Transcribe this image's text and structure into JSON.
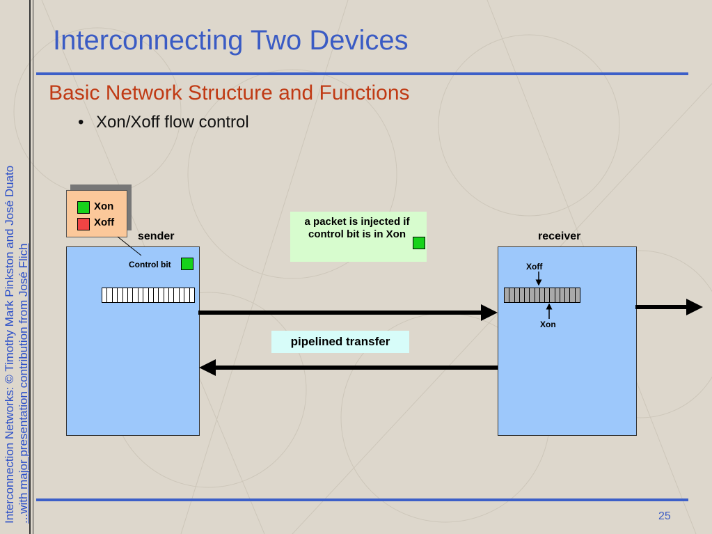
{
  "slide": {
    "title": "Interconnecting Two Devices",
    "subtitle": "Basic Network Structure and Functions",
    "bullet": "Xon/Xoff flow control",
    "page_number": "25",
    "side_credit_line1": "Interconnection Networks: © Timothy Mark Pinkston and José Duato",
    "side_credit_line2": "...with major presentation contribution from José Flich"
  },
  "legend": {
    "xon_label": "Xon",
    "xoff_label": "Xoff"
  },
  "sender": {
    "label": "sender",
    "control_bit_label": "Control bit"
  },
  "receiver": {
    "label": "receiver",
    "xoff_label": "Xoff",
    "xon_label": "Xon"
  },
  "note": {
    "text": "a packet is injected if control bit is in Xon"
  },
  "pipelined_label": "pipelined transfer",
  "colors": {
    "title": "#3a5bc4",
    "subtitle": "#c03a14",
    "device": "#9dc8fb",
    "xon": "#17d21b",
    "xoff": "#f04444",
    "note_bg": "#d7fcce",
    "pipelined_bg": "#d7fcf9"
  }
}
